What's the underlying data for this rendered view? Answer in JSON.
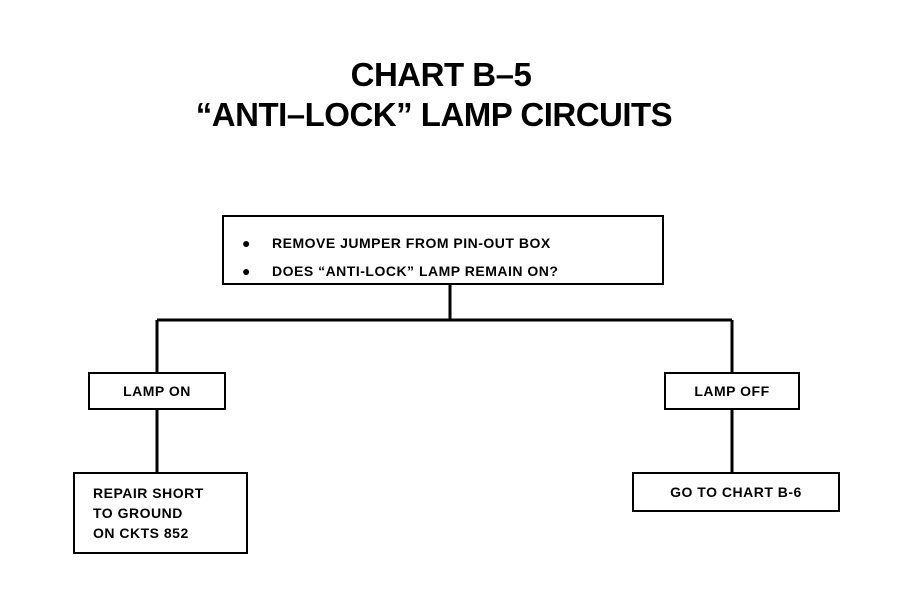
{
  "title": {
    "line1": "CHART B–5",
    "line2": "“ANTI–LOCK” LAMP CIRCUITS"
  },
  "question_box": {
    "bullet_symbol": "●",
    "items": [
      "REMOVE JUMPER FROM PIN-OUT BOX",
      "DOES “ANTI-LOCK” LAMP REMAIN ON?"
    ]
  },
  "branches": {
    "left": {
      "label": "LAMP ON",
      "result_lines": [
        "REPAIR SHORT",
        "TO GROUND",
        "ON CKTS 852"
      ]
    },
    "right": {
      "label": "LAMP OFF",
      "result": "GO TO CHART B-6"
    }
  }
}
